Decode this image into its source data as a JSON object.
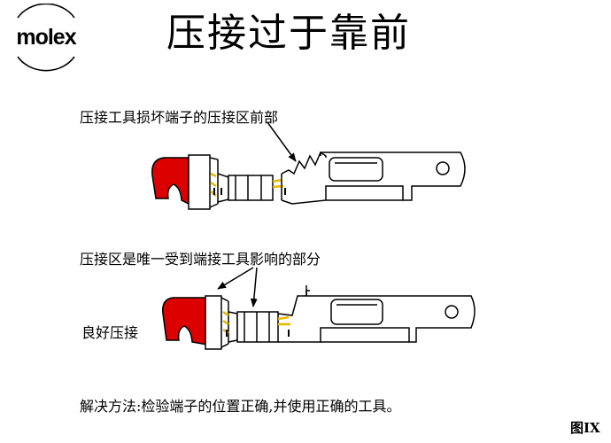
{
  "logo": {
    "text": "molex"
  },
  "title": "压接过于靠前",
  "captions": {
    "bad_description": "压接工具损坏端子的压接区前部",
    "zone_description": "压接区是唯一受到端接工具影响的部分",
    "good_label": "良好压接",
    "solution": "解决方法:检验端子的位置正确,并使用正确的工具。"
  },
  "figure_label": "图IX",
  "colors": {
    "insulation": "#dd0000",
    "wire": "#e8b800",
    "outline": "#000000"
  }
}
